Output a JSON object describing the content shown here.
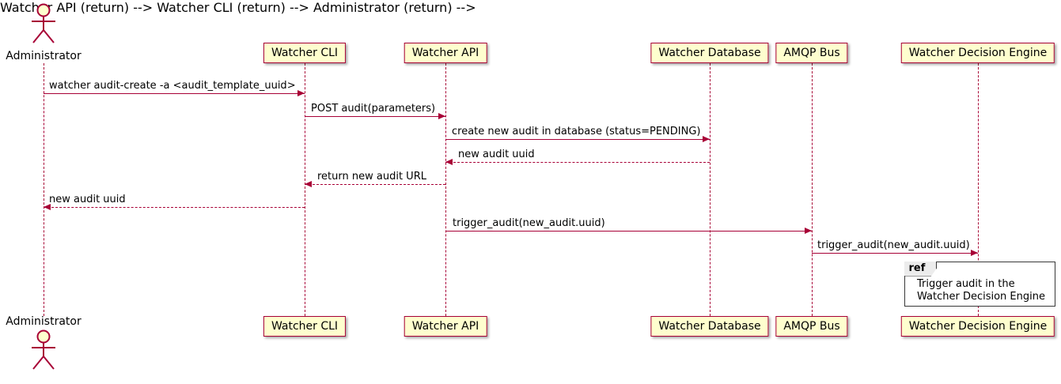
{
  "colors": {
    "participant_fill": "#FEFECE",
    "stroke": "#A80036",
    "frame_stroke": "#383838",
    "text": "#000000",
    "background": "#FFFFFF"
  },
  "actor": {
    "name": "Administrator"
  },
  "participants": [
    {
      "name": "Watcher CLI"
    },
    {
      "name": "Watcher API"
    },
    {
      "name": "Watcher Database"
    },
    {
      "name": "AMQP Bus"
    },
    {
      "name": "Watcher Decision Engine"
    }
  ],
  "messages": [
    {
      "label": "watcher audit-create -a <audit_template_uuid>",
      "from": "Administrator",
      "to": "Watcher CLI",
      "line": "solid"
    },
    {
      "label": "POST audit(parameters)",
      "from": "Watcher CLI",
      "to": "Watcher API",
      "line": "solid"
    },
    {
      "label": "create new audit in database (status=PENDING)",
      "from": "Watcher API",
      "to": "Watcher Database",
      "line": "solid"
    },
    {
      "label": "new audit uuid",
      "from": "Watcher Database",
      "to": "Watcher API",
      "line": "dashed"
    },
    {
      "label": "return new audit URL",
      "from": "Watcher API",
      "to": "Watcher CLI",
      "line": "dashed"
    },
    {
      "label": "new audit uuid",
      "from": "Watcher CLI",
      "to": "Administrator",
      "line": "dashed"
    },
    {
      "label": "trigger_audit(new_audit.uuid)",
      "from": "Watcher API",
      "to": "AMQP Bus",
      "line": "solid"
    },
    {
      "label": "trigger_audit(new_audit.uuid)",
      "from": "AMQP Bus",
      "to": "Watcher Decision Engine",
      "line": "solid"
    }
  ],
  "ref": {
    "keyword": "ref",
    "line1": "Trigger audit in the",
    "line2": "Watcher Decision Engine"
  }
}
